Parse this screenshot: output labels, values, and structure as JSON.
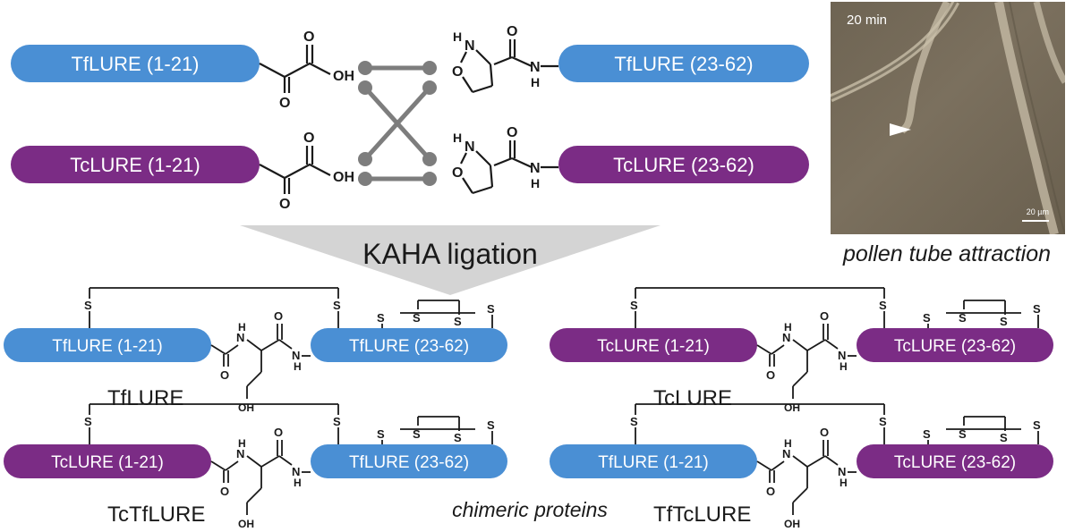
{
  "colors": {
    "tf": "#4a8fd4",
    "tc": "#7b2c85",
    "connector": "#7d7d7d",
    "arrow": "#d4d4d4"
  },
  "top": {
    "tf_n_fragment": "TfLURE (1-21)",
    "tf_c_fragment": "TfLURE (23-62)",
    "tc_n_fragment": "TcLURE (1-21)",
    "tc_c_fragment": "TcLURE (23-62)"
  },
  "chem": {
    "O": "O",
    "OH": "OH",
    "H": "H",
    "N": "N",
    "S": "S"
  },
  "ligation_label": "KAHA ligation",
  "micrograph": {
    "time": "20 min",
    "scale": "20 µm",
    "caption": "pollen tube attraction"
  },
  "products": [
    {
      "n_fragment": "TfLURE (1-21)",
      "c_fragment": "TfLURE (23-62)",
      "name": "TfLURE",
      "n_color": "tf",
      "c_color": "tf"
    },
    {
      "n_fragment": "TcLURE (1-21)",
      "c_fragment": "TcLURE (23-62)",
      "name": "TcLURE",
      "n_color": "tc",
      "c_color": "tc"
    },
    {
      "n_fragment": "TcLURE (1-21)",
      "c_fragment": "TfLURE (23-62)",
      "name": "TcTfLURE",
      "n_color": "tc",
      "c_color": "tf"
    },
    {
      "n_fragment": "TfLURE (1-21)",
      "c_fragment": "TcLURE (23-62)",
      "name": "TfTcLURE",
      "n_color": "tf",
      "c_color": "tc"
    }
  ],
  "chimeric_label": "chimeric proteins"
}
